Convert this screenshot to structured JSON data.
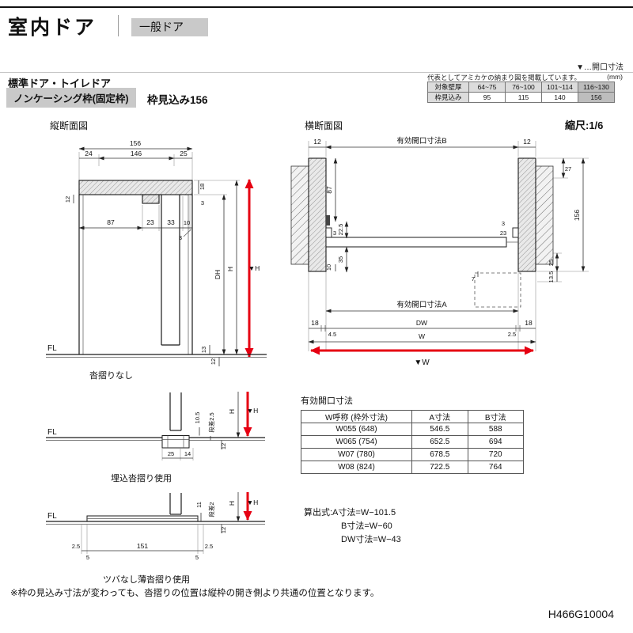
{
  "header": {
    "title": "室内ドア",
    "subtitle": "一般ドア",
    "opening_note": "▼…開口寸法"
  },
  "section": {
    "heading": "標準ドア・トイレドア",
    "frame_type": "ノンケーシング枠(固定枠)",
    "frame_depth": "枠見込み156"
  },
  "wall_table": {
    "note": "代表としてアミカケの納まり図を掲載しています。",
    "unit": "(mm)",
    "row1": [
      "対象壁厚",
      "64~75",
      "76~100",
      "101~114",
      "116~130"
    ],
    "row2": [
      "枠見込み",
      "95",
      "115",
      "140",
      "156"
    ]
  },
  "vertical_section": {
    "label": "縦断面図",
    "caption": "沓摺りなし",
    "dims": {
      "d156": "156",
      "d146": "146",
      "d24": "24",
      "d25": "25",
      "d12_left": "12",
      "d18": "18",
      "d3_right": "3",
      "d87": "87",
      "d23": "23",
      "d33": "33",
      "d10": "10",
      "d3_bottom": "3",
      "dh": "DH",
      "h": "H",
      "vh": "▼H",
      "fl": "FL",
      "d13": "13",
      "d12_floor": "12"
    }
  },
  "horizontal_section": {
    "label": "横断面図",
    "scale": "縮尺:1/6",
    "dims": {
      "d12_left": "12",
      "open_b": "有効開口寸法B",
      "d12_right": "12",
      "d27": "27",
      "d156": "156",
      "d87": "87",
      "d22_5": "22.5",
      "d3_left": "3",
      "d35": "35",
      "d10": "10",
      "d3_right": "3",
      "d23": "23",
      "d25": "25",
      "d7": "7",
      "d13_5": "13.5",
      "open_a": "有効開口寸法A",
      "d18_left": "18",
      "d4_5": "4.5",
      "dw": "DW",
      "d2_5": "2.5",
      "d18_right": "18",
      "w": "W",
      "vw": "▼W"
    }
  },
  "embedded_threshold": {
    "caption": "埋込沓摺り使用",
    "dims": {
      "fl": "FL",
      "d10_5": "10.5",
      "step": "段差2.5",
      "h": "H",
      "vh": "▼H",
      "d12": "12",
      "d25": "25",
      "d14": "14"
    }
  },
  "thin_threshold": {
    "caption": "ツバなし薄沓摺り使用",
    "dims": {
      "fl": "FL",
      "d11": "11",
      "step": "段差2",
      "h": "H",
      "vh": "▼H",
      "d12": "12",
      "d2_5a": "2.5",
      "d5a": "5",
      "d151": "151",
      "d5b": "5",
      "d2_5b": "2.5"
    }
  },
  "opening_table": {
    "title": "有効開口寸法",
    "headers": [
      "W呼称 (枠外寸法)",
      "A寸法",
      "B寸法"
    ],
    "rows": [
      [
        "W055 (648)",
        "546.5",
        "588"
      ],
      [
        "W065 (754)",
        "652.5",
        "694"
      ],
      [
        "W07 (780)",
        "678.5",
        "720"
      ],
      [
        "W08 (824)",
        "722.5",
        "764"
      ]
    ]
  },
  "formulas": {
    "line1": "算出式:A寸法=W−101.5",
    "line2": "B寸法=W−60",
    "line3": "DW寸法=W−43"
  },
  "footnote": "※枠の見込み寸法が変わっても、沓摺りの位置は縦枠の開き側より共通の位置となります。",
  "doc_number": "H466G10004",
  "colors": {
    "accent_red": "#e60012",
    "shade_gray": "#dcdcdc",
    "highlight_gray": "#bdbdbd"
  }
}
